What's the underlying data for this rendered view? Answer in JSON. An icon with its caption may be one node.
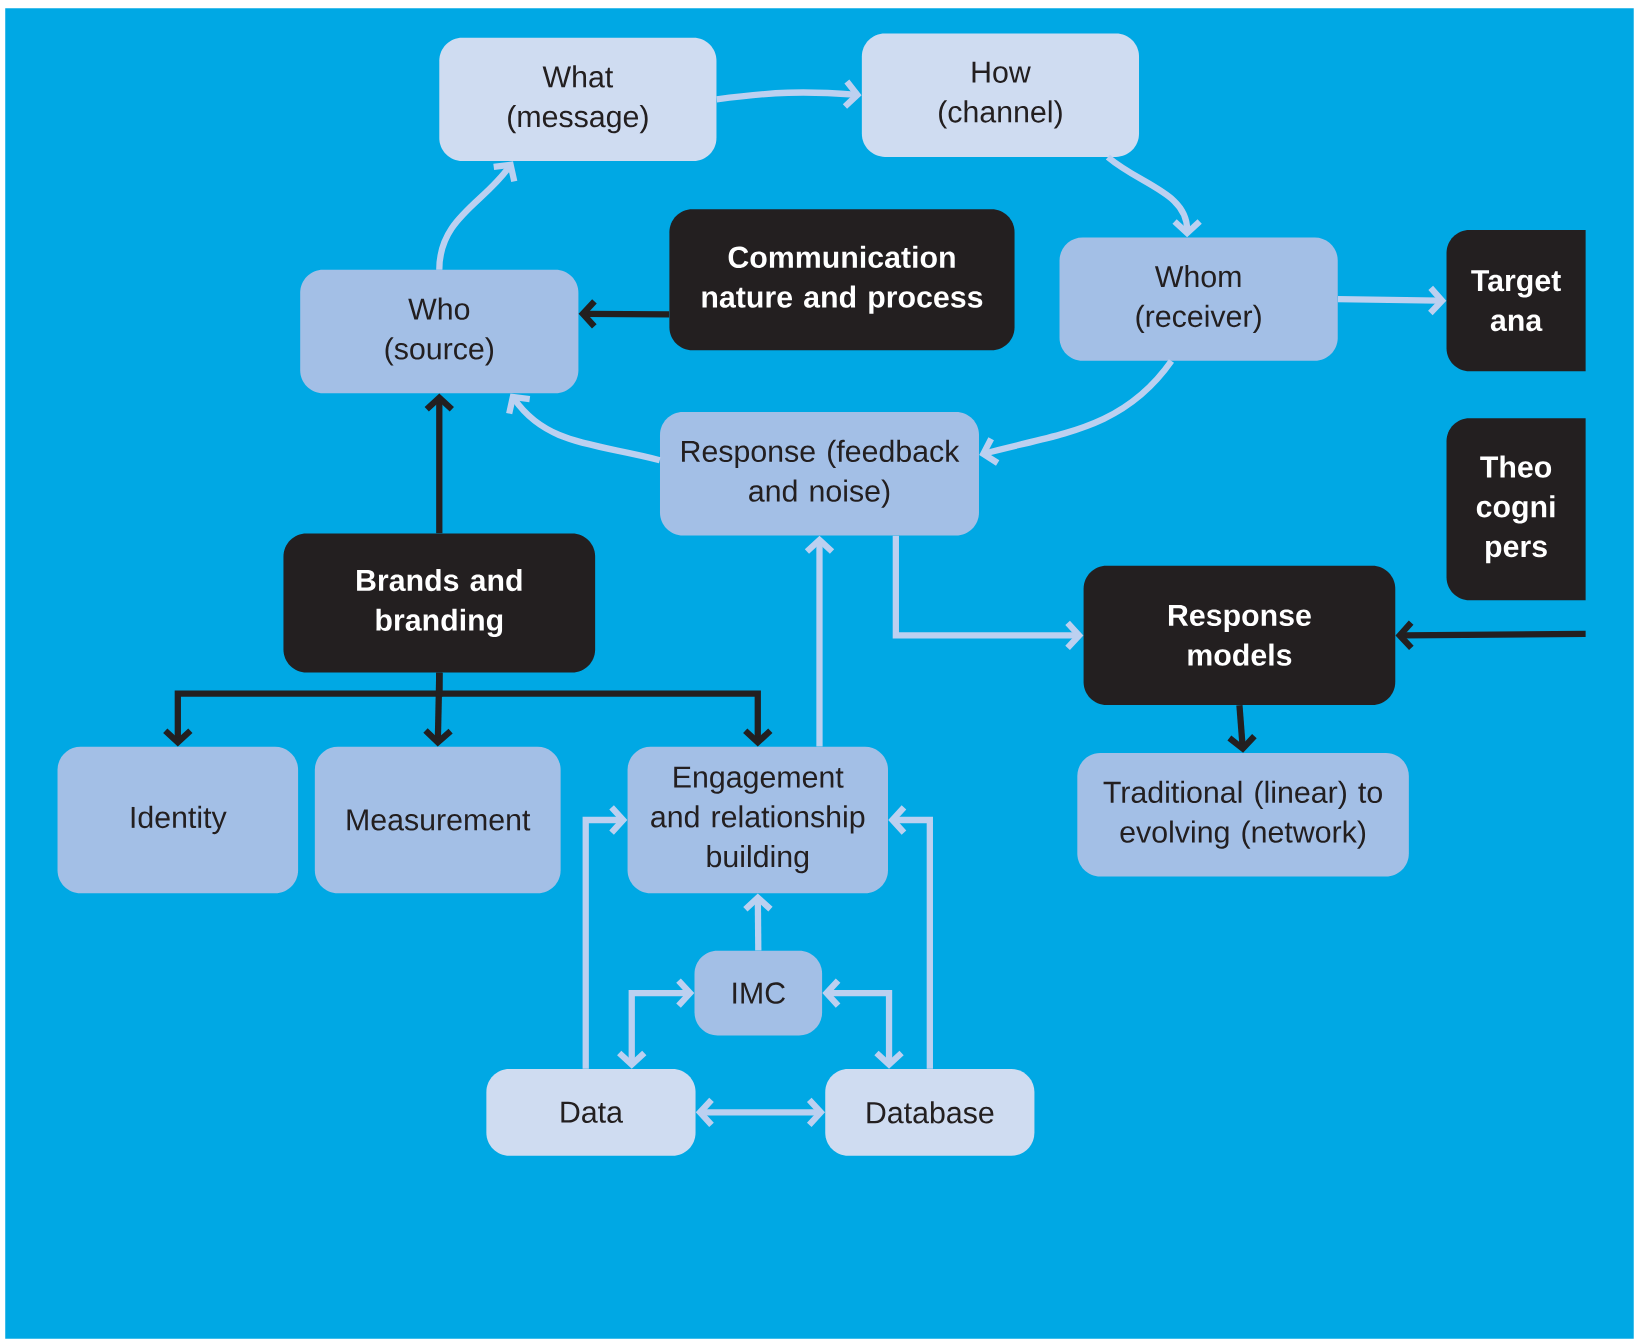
{
  "diagram": {
    "nodes": [
      {
        "text": [
          "What (message)"
        ]
      },
      {
        "text": [
          "How (channel)"
        ]
      },
      {
        "text": [
          "Communication nature and process"
        ]
      },
      {
        "text": [
          "Who (source)"
        ]
      },
      {
        "text": [
          "Whom (receiver)"
        ]
      },
      {
        "text": [
          "Target ana"
        ]
      },
      {
        "text": [
          "Response (feedback and noise)"
        ]
      },
      {
        "text": [
          "Theo cogni pers"
        ]
      },
      {
        "text": [
          "Brands and branding"
        ]
      },
      {
        "text": [
          "Response models"
        ]
      },
      {
        "text": [
          "Identity"
        ]
      },
      {
        "text": [
          "Measurement"
        ]
      },
      {
        "text": [
          "Engagement and relationship building"
        ]
      },
      {
        "text": [
          "Traditional (linear) to evolving (network)"
        ]
      },
      {
        "text": [
          "IMC"
        ]
      },
      {
        "text": [
          "Data"
        ]
      },
      {
        "text": [
          "Database"
        ]
      }
    ],
    "edges": [
      {
        "from": 0,
        "to": 1,
        "arrow": "to"
      },
      {
        "from": 1,
        "to": 4,
        "arrow": "to"
      },
      {
        "from": 4,
        "to": 6,
        "arrow": "to"
      },
      {
        "from": 6,
        "to": 3,
        "arrow": "to"
      },
      {
        "from": 3,
        "to": 0,
        "arrow": "to"
      },
      {
        "from": 2,
        "to": 3,
        "arrow": "to",
        "color": "#231f20"
      },
      {
        "from": 4,
        "to": 5,
        "arrow": "to"
      },
      {
        "from": 8,
        "to": 3,
        "arrow": "to",
        "color": "#231f20"
      },
      {
        "from": 6,
        "to": 9,
        "arrow": "to"
      },
      {
        "from": null,
        "to": 9,
        "arrow": "to",
        "color": "#231f20"
      },
      {
        "from": 9,
        "to": 13,
        "arrow": "to",
        "color": "#231f20"
      },
      {
        "from": 8,
        "to": 10,
        "arrow": "to",
        "color": "#231f20"
      },
      {
        "from": 8,
        "to": 11,
        "arrow": "to",
        "color": "#231f20"
      },
      {
        "from": 8,
        "to": 12,
        "arrow": "to",
        "color": "#231f20"
      },
      {
        "from": 12,
        "to": 6,
        "arrow": "to"
      },
      {
        "from": 14,
        "to": 12,
        "arrow": "to"
      },
      {
        "from": 14,
        "to": 15,
        "arrow": "both"
      },
      {
        "from": 14,
        "to": 16,
        "arrow": "both"
      },
      {
        "from": 15,
        "to": 16,
        "arrow": "both"
      },
      {
        "from": 15,
        "to": 12,
        "arrow": "to"
      },
      {
        "from": 16,
        "to": 12,
        "arrow": "to"
      }
    ]
  }
}
